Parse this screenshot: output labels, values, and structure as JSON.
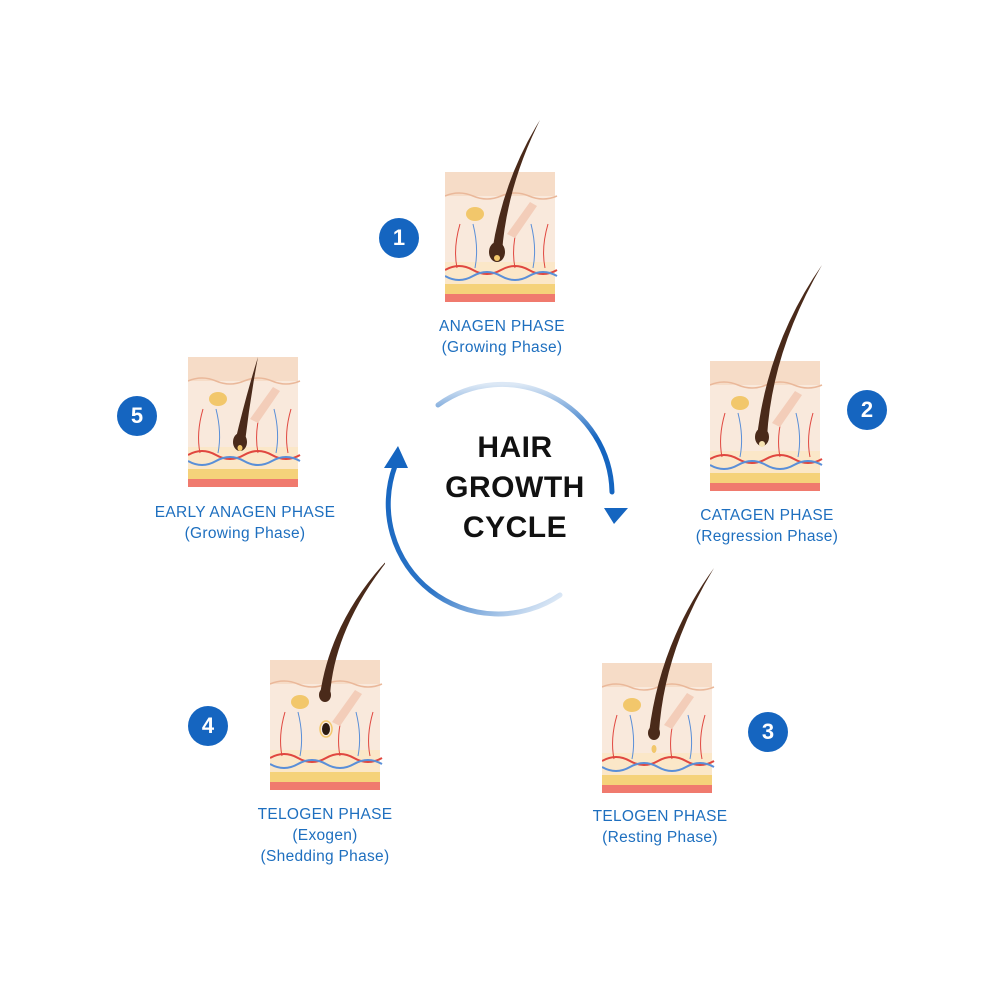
{
  "center": {
    "title_lines": [
      "HAIR",
      "GROWTH",
      "CYCLE"
    ]
  },
  "colors": {
    "accent": "#1565c0",
    "label": "#1e6fbf",
    "skin_top": "#f6dcc7",
    "skin_mid": "#f9e9dc",
    "hair": "#4a2a1a",
    "vein_red": "#e0473f",
    "vein_blue": "#5a8fd8",
    "fat_yellow": "#f5d27a",
    "base_pink": "#f07a6e"
  },
  "phases": [
    {
      "number": "1",
      "lines": [
        "ANAGEN PHASE",
        "(Growing Phase)"
      ]
    },
    {
      "number": "2",
      "lines": [
        "CATAGEN PHASE",
        "(Regression Phase)"
      ]
    },
    {
      "number": "3",
      "lines": [
        "TELOGEN PHASE",
        "(Resting Phase)"
      ]
    },
    {
      "number": "4",
      "lines": [
        "TELOGEN PHASE",
        "(Exogen)",
        "(Shedding Phase)"
      ]
    },
    {
      "number": "5",
      "lines": [
        "EARLY ANAGEN PHASE",
        "(Growing Phase)"
      ]
    }
  ]
}
